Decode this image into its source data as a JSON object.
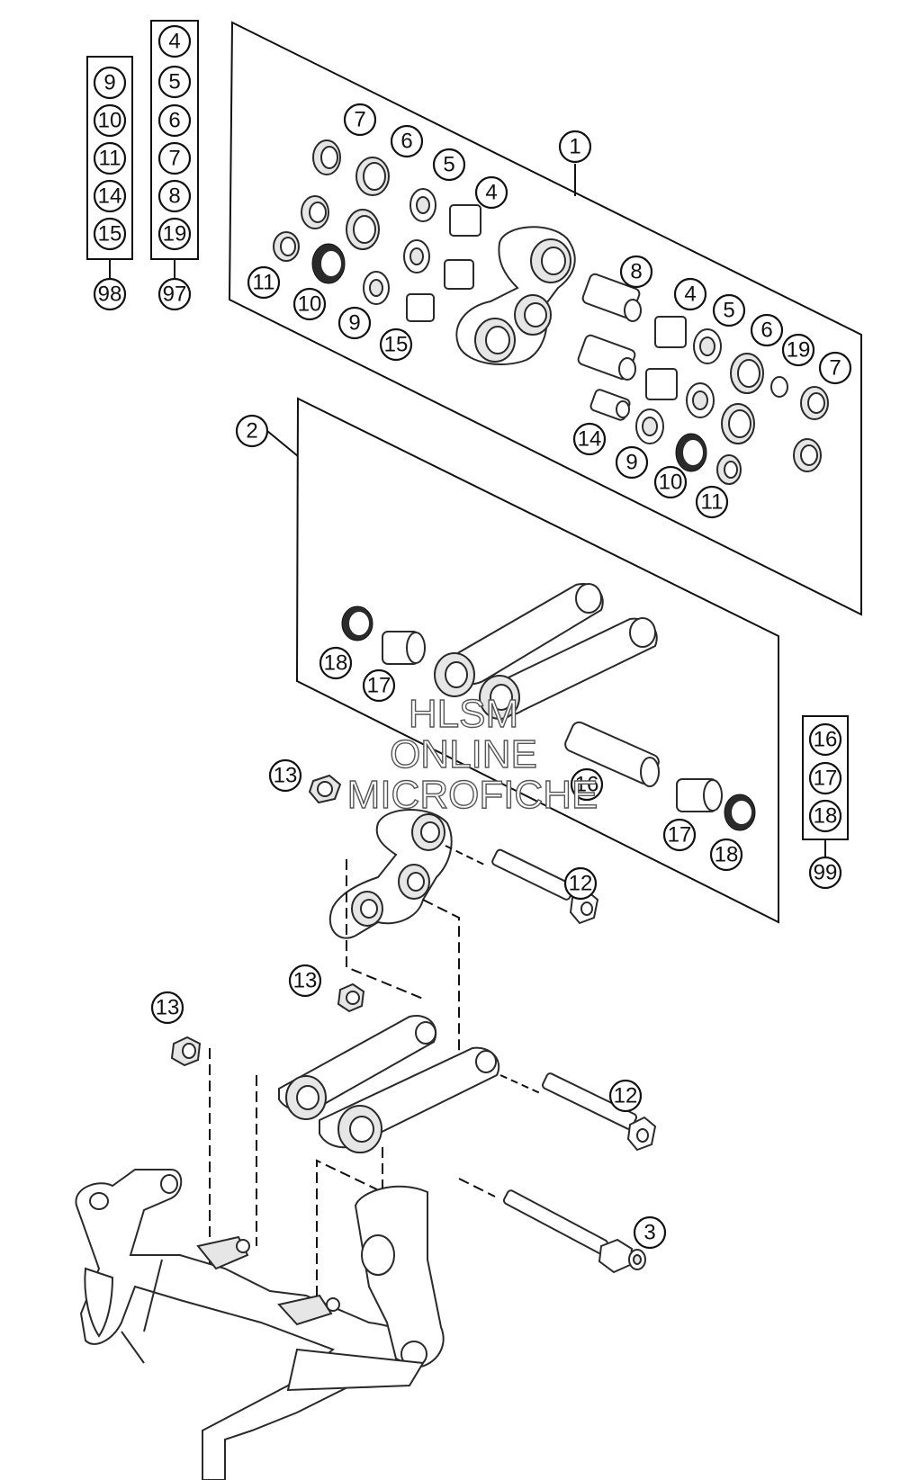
{
  "watermark": {
    "line1": "HLSM",
    "line2": "ONLINE",
    "line3": "MICROFICHE"
  },
  "kits": {
    "k98": {
      "items": [
        "9",
        "10",
        "11",
        "14",
        "15"
      ],
      "label": "98"
    },
    "k97": {
      "items": [
        "4",
        "5",
        "6",
        "7",
        "8",
        "19"
      ],
      "label": "97"
    },
    "k99": {
      "items": [
        "16",
        "17",
        "18"
      ],
      "label": "99"
    }
  },
  "callouts": {
    "c1": "1",
    "c2": "2",
    "c3": "3",
    "c4a": "4",
    "c5a": "5",
    "c6a": "6",
    "c7a": "7",
    "c8": "8",
    "c4b": "4",
    "c5b": "5",
    "c6b": "6",
    "c19": "19",
    "c7b": "7",
    "c11a": "11",
    "c10a": "10",
    "c9a": "9",
    "c15": "15",
    "c14": "14",
    "c9b": "9",
    "c10b": "10",
    "c11b": "11",
    "c18a": "18",
    "c17a": "17",
    "c16": "16",
    "c17b": "17",
    "c18b": "18",
    "c13a": "13",
    "c12a": "12",
    "c13b": "13",
    "c13c": "13",
    "c12b": "12"
  }
}
